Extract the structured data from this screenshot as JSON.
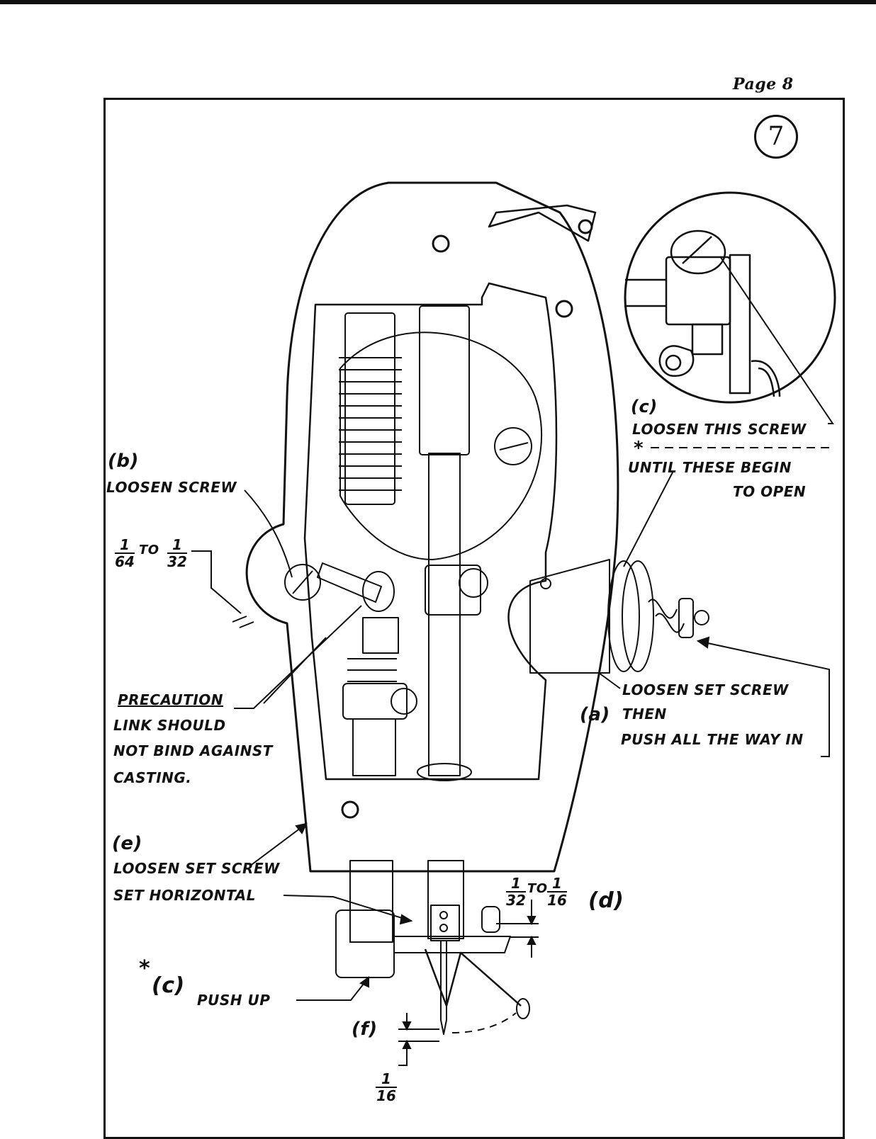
{
  "page": {
    "page_label": "Page 8",
    "figure_number": "7"
  },
  "labels": {
    "b_letter": "(b)",
    "b_text": "LOOSEN SCREW",
    "c_top_letter": "(c)",
    "c_top_text": "LOOSEN THIS SCREW",
    "asterisk_top": "*",
    "until_line1": "UNTIL THESE BEGIN",
    "until_line2": "TO OPEN",
    "gap_b": {
      "num1": "1",
      "den1": "64",
      "word": "TO",
      "num2": "1",
      "den2": "32"
    },
    "precaution_title": "PRECAUTION",
    "precaution_line1": "LINK SHOULD",
    "precaution_line2": "NOT BIND AGAINST",
    "precaution_line3": "CASTING.",
    "a_letter": "(a)",
    "a_line1": "LOOSEN SET SCREW",
    "a_line2": "THEN",
    "a_line3": "PUSH ALL THE WAY IN",
    "e_letter": "(e)",
    "e_line1": "LOOSEN SET SCREW",
    "e_line2": "SET HORIZONTAL",
    "gap_d": {
      "num1": "1",
      "den1": "32",
      "word": "TO",
      "num2": "1",
      "den2": "16"
    },
    "d_letter": "(d)",
    "c_bottom_asterisk": "*",
    "c_bottom_letter": "(c)",
    "push_up": "PUSH UP",
    "f_letter": "(f)",
    "gap_f": {
      "num": "1",
      "den": "16"
    }
  }
}
